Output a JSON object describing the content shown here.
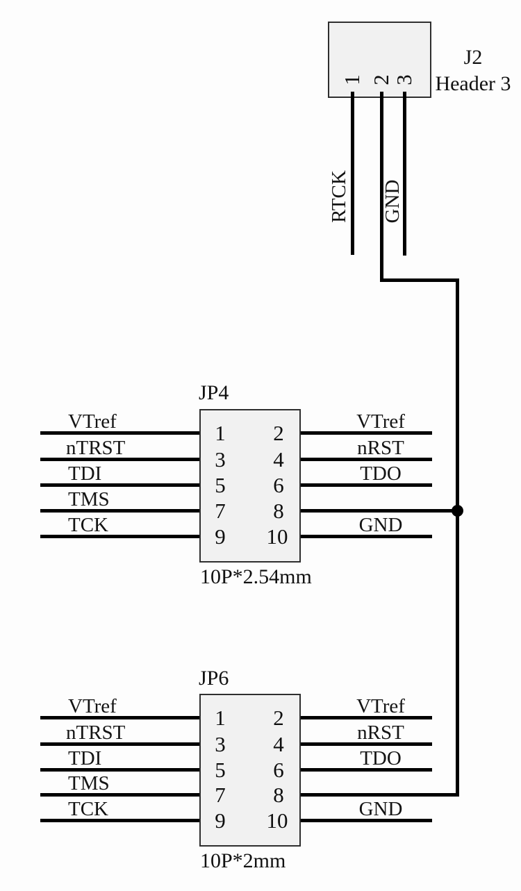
{
  "j2": {
    "refdes": "J2",
    "type": "Header 3",
    "pins": [
      "1",
      "2",
      "3"
    ],
    "signals": {
      "rtck": "RTCK",
      "gnd": "GND"
    }
  },
  "jp4": {
    "title": "JP4",
    "footprint": "10P*2.54mm",
    "left_pins": [
      "1",
      "3",
      "5",
      "7",
      "9"
    ],
    "right_pins": [
      "2",
      "4",
      "6",
      "8",
      "10"
    ],
    "left_signals": [
      "VTref",
      "nTRST",
      "TDI",
      "TMS",
      "TCK"
    ],
    "right_signals": [
      "VTref",
      "nRST",
      "TDO",
      "",
      "GND"
    ]
  },
  "jp6": {
    "title": "JP6",
    "footprint": "10P*2mm",
    "left_pins": [
      "1",
      "3",
      "5",
      "7",
      "9"
    ],
    "right_pins": [
      "2",
      "4",
      "6",
      "8",
      "10"
    ],
    "left_signals": [
      "VTref",
      "nTRST",
      "TDI",
      "TMS",
      "TCK"
    ],
    "right_signals": [
      "VTref",
      "nRST",
      "TDO",
      "",
      "GND"
    ]
  },
  "colors": {
    "wire": "#000000",
    "connector_fill": "#f1f1f1",
    "connector_border": "#2e2e2e",
    "background": "#fdfdfd"
  }
}
